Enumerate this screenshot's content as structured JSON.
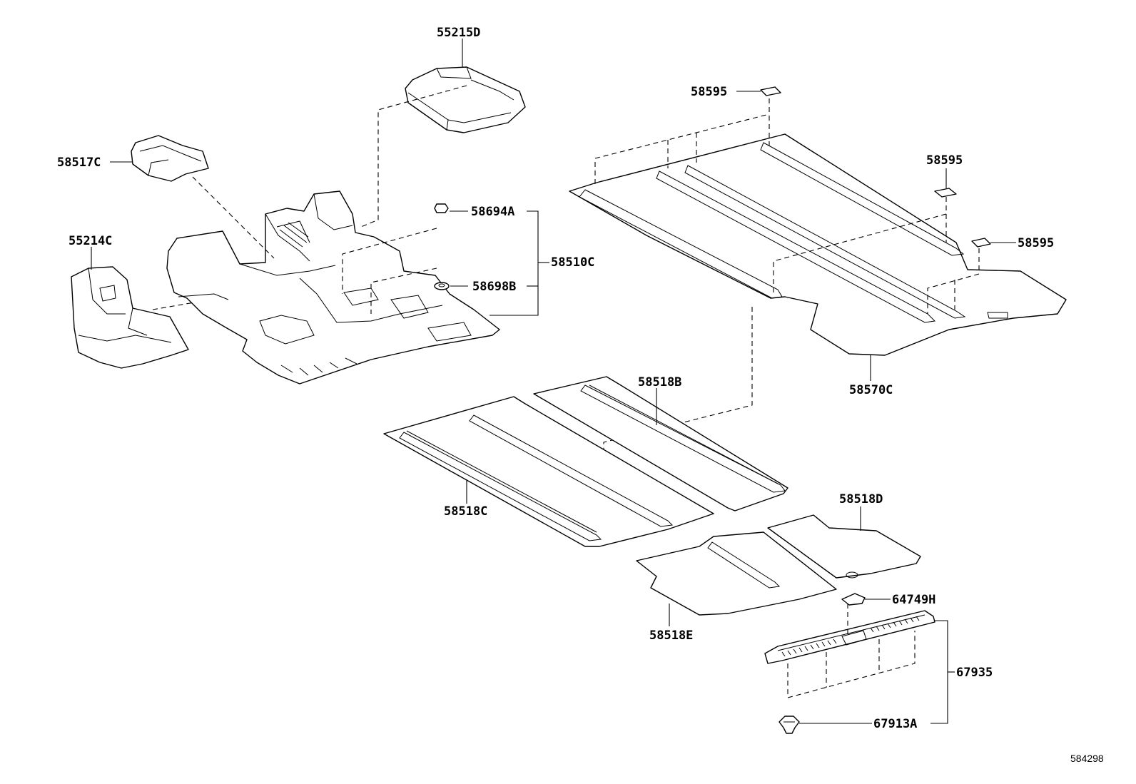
{
  "diagram": {
    "labels": {
      "p55215D": "55215D",
      "p58517C": "58517C",
      "p55214C": "55214C",
      "p58694A": "58694A",
      "p58698B": "58698B",
      "p58510C": "58510C",
      "p58595_top": "58595",
      "p58595_mid": "58595",
      "p58595_right": "58595",
      "p58570C": "58570C",
      "p58518B": "58518B",
      "p58518C": "58518C",
      "p58518D": "58518D",
      "p58518E": "58518E",
      "p64749H": "64749H",
      "p67935": "67935",
      "p67913A": "67913A"
    },
    "reference_number": "584298"
  }
}
